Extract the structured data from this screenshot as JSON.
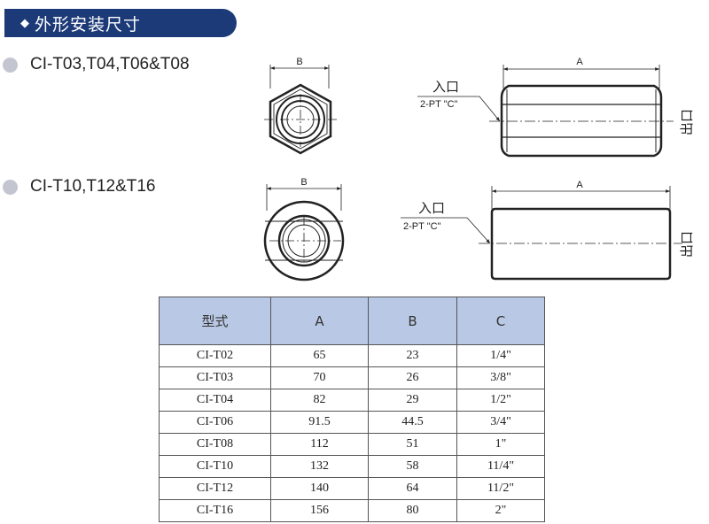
{
  "banner": {
    "bullet": "◆",
    "title": "外形安装尺寸"
  },
  "groups": [
    {
      "label": "CI-T03,T04,T06&T08"
    },
    {
      "label": "CI-T10,T12&T16"
    }
  ],
  "diagram": {
    "dim_a": "A",
    "dim_b": "B",
    "inlet": "入口",
    "port": "2-PT \"C\"",
    "outlet": "出口"
  },
  "table": {
    "headers": [
      "型式",
      "A",
      "B",
      "C"
    ],
    "rows": [
      [
        "CI-T02",
        "65",
        "23",
        "1/4\""
      ],
      [
        "CI-T03",
        "70",
        "26",
        "3/8\""
      ],
      [
        "CI-T04",
        "82",
        "29",
        "1/2\""
      ],
      [
        "CI-T06",
        "91.5",
        "44.5",
        "3/4\""
      ],
      [
        "CI-T08",
        "112",
        "51",
        "1\""
      ],
      [
        "CI-T10",
        "132",
        "58",
        "11/4\""
      ],
      [
        "CI-T12",
        "140",
        "64",
        "11/2\""
      ],
      [
        "CI-T16",
        "156",
        "80",
        "2\""
      ]
    ]
  }
}
